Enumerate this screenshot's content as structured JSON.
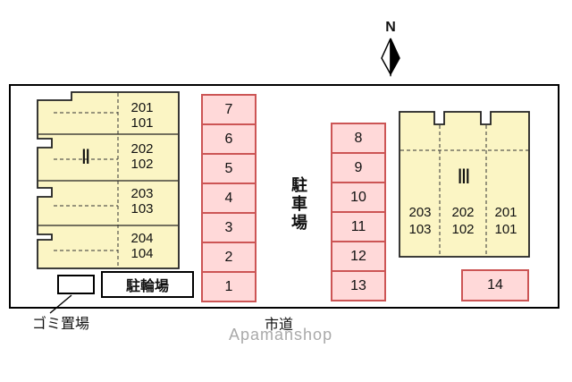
{
  "page": {
    "compass": "N",
    "watermark": "Apamanshop",
    "road_label": "市道",
    "garbage_label": "ゴミ置場"
  },
  "building2": {
    "label": "Ⅱ",
    "units": [
      {
        "upper": "201",
        "lower": "101"
      },
      {
        "upper": "202",
        "lower": "102"
      },
      {
        "upper": "203",
        "lower": "103"
      },
      {
        "upper": "204",
        "lower": "104"
      }
    ]
  },
  "building3": {
    "label": "Ⅲ",
    "units": [
      {
        "upper": "203",
        "lower": "103"
      },
      {
        "upper": "202",
        "lower": "102"
      },
      {
        "upper": "201",
        "lower": "101"
      }
    ]
  },
  "parking": {
    "label": "駐車場",
    "col1": [
      "7",
      "6",
      "5",
      "4",
      "3",
      "2",
      "1"
    ],
    "col2": [
      "8",
      "9",
      "10",
      "11",
      "12",
      "13"
    ],
    "space14": "14"
  },
  "bicycle": {
    "label": "駐輪場"
  },
  "colors": {
    "building_fill": "#fbf5c4",
    "building_stroke": "#222222",
    "parking_fill": "#ffd9d9",
    "parking_border": "#cc5555"
  }
}
